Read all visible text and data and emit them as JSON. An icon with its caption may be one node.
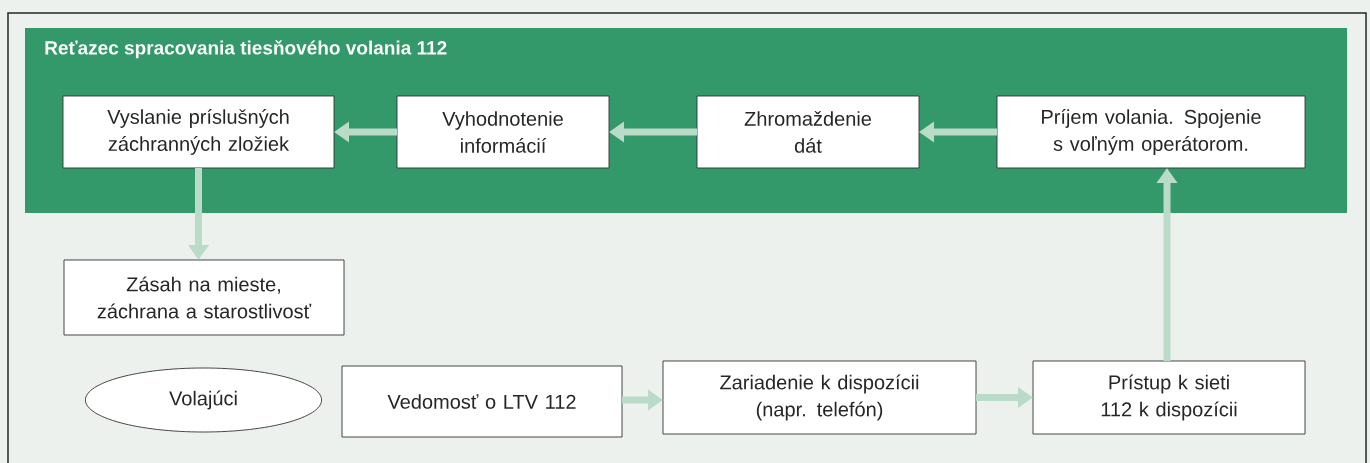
{
  "diagram": {
    "nodes": [
      {
        "text": [
          "Reťazec spracovania tiesňového volania 112"
        ]
      },
      {
        "text": [
          "Vyslanie príslušných záchranných zložiek"
        ],
        "in": 0
      },
      {
        "text": [
          "Vyhodnotenie informácií"
        ],
        "in": 0
      },
      {
        "text": [
          "Zhromaždenie dát"
        ],
        "in": 0
      },
      {
        "text": [
          "Príjem volania. Spojenie s voľným operátorom."
        ],
        "in": 0
      },
      {
        "text": [
          "Zásah na mieste, záchrana a starostlivosť"
        ]
      },
      {
        "text": [
          "Volajúci"
        ]
      },
      {
        "text": [
          "Vedomosť o LTV 112"
        ]
      },
      {
        "text": [
          "Zariadenie k dispozícii (napr. telefón)"
        ]
      },
      {
        "text": [
          "Prístup k sieti 112 k dispozícii"
        ]
      }
    ],
    "edges": [
      {
        "from": 4,
        "to": 3,
        "arrow": "to"
      },
      {
        "from": 3,
        "to": 2,
        "arrow": "to"
      },
      {
        "from": 2,
        "to": 1,
        "arrow": "to"
      },
      {
        "from": 1,
        "to": 5,
        "arrow": "to"
      },
      {
        "from": 7,
        "to": 8,
        "arrow": "to"
      },
      {
        "from": 8,
        "to": 9,
        "arrow": "to"
      },
      {
        "from": 9,
        "to": 4,
        "arrow": "to"
      }
    ]
  }
}
